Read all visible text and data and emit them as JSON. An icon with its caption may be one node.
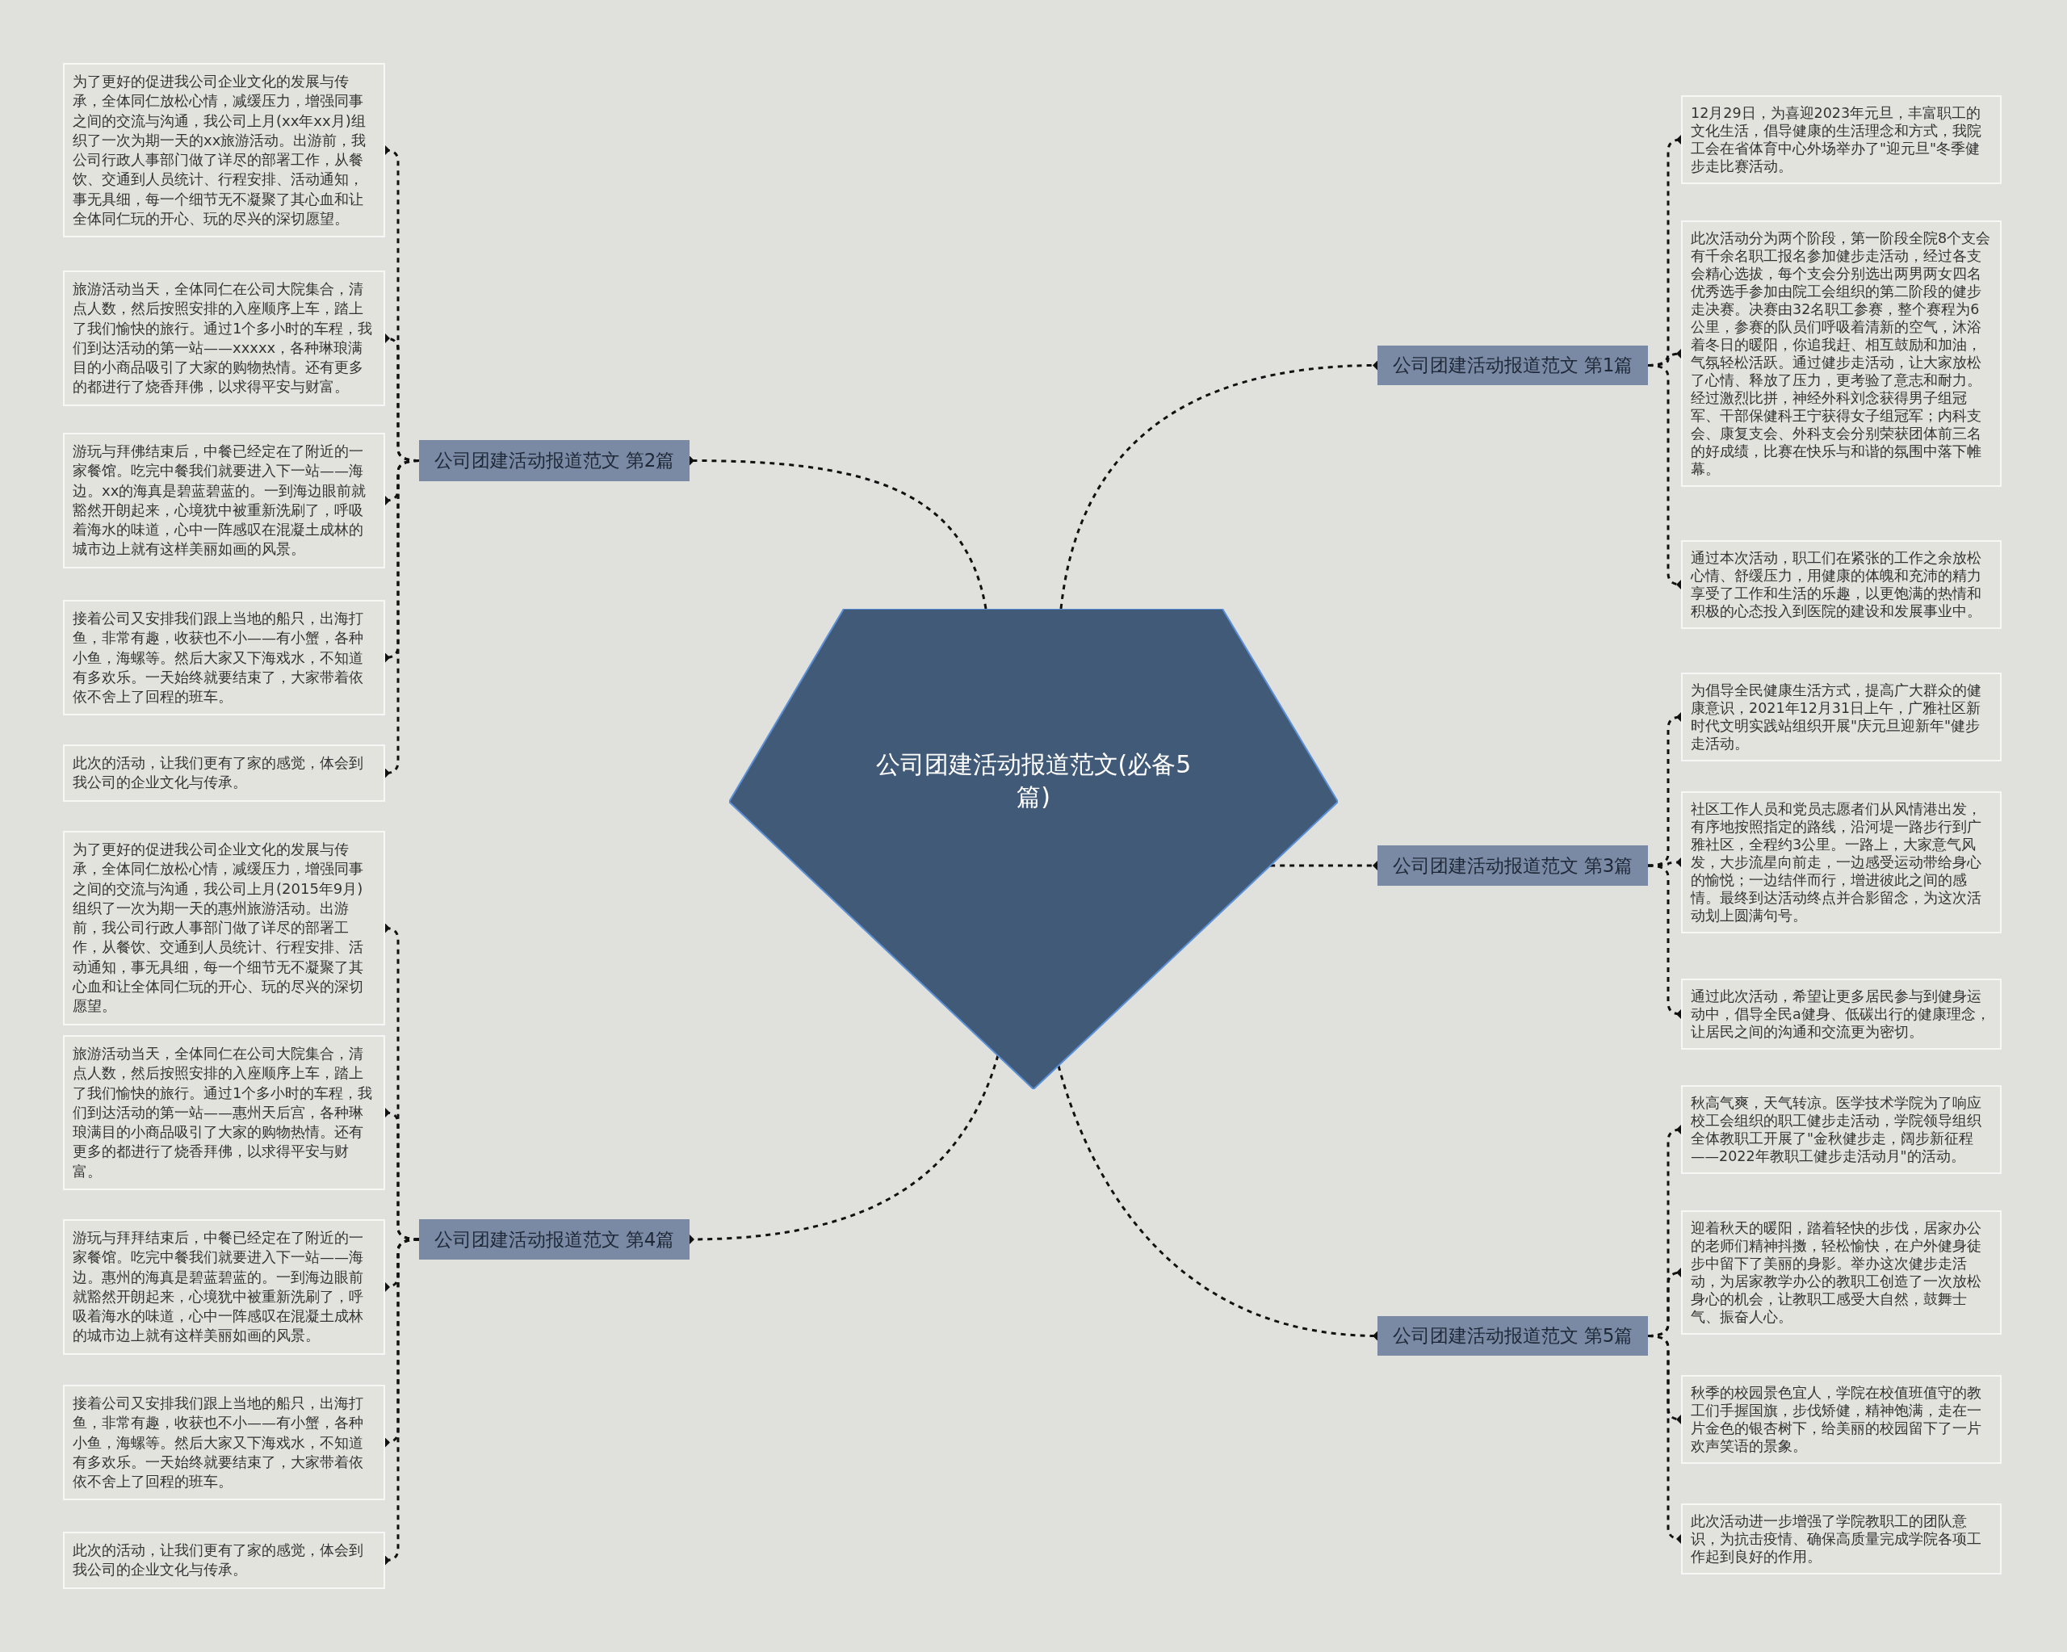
{
  "diagram": {
    "nodes": [
      {
        "text": [
          "公司团建活动报道范文(必备5篇)"
        ]
      },
      {
        "text": [
          "公司团建活动报道范文 第1篇"
        ]
      },
      {
        "text": [
          "12月29日，为喜迎2023年元旦，丰富职工的文化生活，倡导健康的生活理念和方式，我院工会在省体育中心外场举办了\"迎元旦\"冬季健步走比赛活动。"
        ]
      },
      {
        "text": [
          "此次活动分为两个阶段，第一阶段全院8个支会有千余名职工报名参加健步走活动，经过各支会精心选拔，每个支会分别选出两男两女四名优秀选手参加由院工会组织的第二阶段的健步走决赛。决赛由32名职工参赛，整个赛程为6公里，参赛的队员们呼吸着清新的空气，沐浴着冬日的暖阳，你追我赶、相互鼓励和加油，气氛轻松活跃。通过健步走活动，让大家放松了心情、释放了压力，更考验了意志和耐力。经过激烈比拼，神经外科刘念获得男子组冠军、干部保健科王宁获得女子组冠军；内科支会、康复支会、外科支会分别荣获团体前三名的好成绩，比赛在快乐与和谐的氛围中落下帷幕。"
        ]
      },
      {
        "text": [
          "通过本次活动，职工们在紧张的工作之余放松心情、舒缓压力，用健康的体魄和充沛的精力享受了工作和生活的乐趣，以更饱满的热情和积极的心态投入到医院的建设和发展事业中。"
        ]
      },
      {
        "text": [
          "公司团建活动报道范文 第2篇"
        ]
      },
      {
        "text": [
          "为了更好的促进我公司企业文化的发展与传承，全体同仁放松心情，减缓压力，增强同事之间的交流与沟通，我公司上月(xx年xx月)组织了一次为期一天的xx旅游活动。出游前，我公司行政人事部门做了详尽的部署工作，从餐饮、交通到人员统计、行程安排、活动通知，事无具细，每一个细节无不凝聚了其心血和让全体同仁玩的开心、玩的尽兴的深切愿望。"
        ]
      },
      {
        "text": [
          "旅游活动当天，全体同仁在公司大院集合，清点人数，然后按照安排的入座顺序上车，踏上了我们愉快的旅行。通过1个多小时的车程，我们到达活动的第一站——xxxxx，各种琳琅满目的小商品吸引了大家的购物热情。还有更多的都进行了烧香拜佛，以求得平安与财富。"
        ]
      },
      {
        "text": [
          "游玩与拜佛结束后，中餐已经定在了附近的一家餐馆。吃完中餐我们就要进入下一站——海边。xx的海真是碧蓝碧蓝的。一到海边眼前就豁然开朗起来，心境犹中被重新洗刷了，呼吸着海水的味道，心中一阵感叹在混凝土成林的城市边上就有这样美丽如画的风景。"
        ]
      },
      {
        "text": [
          "接着公司又安排我们跟上当地的船只，出海打鱼，非常有趣，收获也不小——有小蟹，各种小鱼，海螺等。然后大家又下海戏水，不知道有多欢乐。一天始终就要结束了，大家带着依依不舍上了回程的班车。"
        ]
      },
      {
        "text": [
          "此次的活动，让我们更有了家的感觉，体会到我公司的企业文化与传承。"
        ]
      },
      {
        "text": [
          "公司团建活动报道范文 第3篇"
        ]
      },
      {
        "text": [
          "为倡导全民健康生活方式，提高广大群众的健康意识，2021年12月31日上午，广雅社区新时代文明实践站组织开展\"庆元旦迎新年\"健步走活动。"
        ]
      },
      {
        "text": [
          "社区工作人员和党员志愿者们从风情港出发，有序地按照指定的路线，沿河堤一路步行到广雅社区，全程约3公里。一路上，大家意气风发，大步流星向前走，一边感受运动带给身心的愉悦；一边结伴而行，增进彼此之间的感情。最终到达活动终点并合影留念，为这次活动划上圆满句号。"
        ]
      },
      {
        "text": [
          "通过此次活动，希望让更多居民参与到健身运动中，倡导全民a健身、低碳出行的健康理念，让居民之间的沟通和交流更为密切。"
        ]
      },
      {
        "text": [
          "公司团建活动报道范文 第4篇"
        ]
      },
      {
        "text": [
          "为了更好的促进我公司企业文化的发展与传承，全体同仁放松心情，减缓压力，增强同事之间的交流与沟通，我公司上月(2015年9月)组织了一次为期一天的惠州旅游活动。出游前，我公司行政人事部门做了详尽的部署工作，从餐饮、交通到人员统计、行程安排、活动通知，事无具细，每一个细节无不凝聚了其心血和让全体同仁玩的开心、玩的尽兴的深切愿望。"
        ]
      },
      {
        "text": [
          "旅游活动当天，全体同仁在公司大院集合，清点人数，然后按照安排的入座顺序上车，踏上了我们愉快的旅行。通过1个多小时的车程，我们到达活动的第一站——惠州天后宫，各种琳琅满目的小商品吸引了大家的购物热情。还有更多的都进行了烧香拜佛，以求得平安与财富。"
        ]
      },
      {
        "text": [
          "游玩与拜拜结束后，中餐已经定在了附近的一家餐馆。吃完中餐我们就要进入下一站——海边。惠州的海真是碧蓝碧蓝的。一到海边眼前就豁然开朗起来，心境犹中被重新洗刷了，呼吸着海水的味道，心中一阵感叹在混凝土成林的城市边上就有这样美丽如画的风景。"
        ]
      },
      {
        "text": [
          "接着公司又安排我们跟上当地的船只，出海打鱼，非常有趣，收获也不小——有小蟹，各种小鱼，海螺等。然后大家又下海戏水，不知道有多欢乐。一天始终就要结束了，大家带着依依不舍上了回程的班车。"
        ]
      },
      {
        "text": [
          "此次的活动，让我们更有了家的感觉，体会到我公司的企业文化与传承。"
        ]
      },
      {
        "text": [
          "公司团建活动报道范文 第5篇"
        ]
      },
      {
        "text": [
          "秋高气爽，天气转凉。医学技术学院为了响应校工会组织的职工健步走活动，学院领导组织全体教职工开展了\"金秋健步走，阔步新征程——2022年教职工健步走活动月\"的活动。"
        ]
      },
      {
        "text": [
          "迎着秋天的暖阳，踏着轻快的步伐，居家办公的老师们精神抖擞，轻松愉快，在户外健身徒步中留下了美丽的身影。举办这次健步走活动，为居家教学办公的教职工创造了一次放松身心的机会，让教职工感受大自然，鼓舞士气、振奋人心。"
        ]
      },
      {
        "text": [
          "秋季的校园景色宜人，学院在校值班值守的教工们手握国旗，步伐矫健，精神饱满，走在一片金色的银杏树下，给美丽的校园留下了一片欢声笑语的景象。"
        ]
      },
      {
        "text": [
          "此次活动进一步增强了学院教职工的团队意识，为抗击疫情、确保高质量完成学院各项工作起到良好的作用。"
        ]
      }
    ],
    "edges": [
      {
        "from": 0,
        "to": 1,
        "arrow": "other",
        "style": "dashed"
      },
      {
        "from": 1,
        "to": 2,
        "arrow": "other",
        "style": "dashed"
      },
      {
        "from": 1,
        "to": 3,
        "arrow": "other",
        "style": "dashed"
      },
      {
        "from": 1,
        "to": 4,
        "arrow": "other",
        "style": "dashed"
      },
      {
        "from": 0,
        "to": 5,
        "arrow": "other",
        "style": "dashed"
      },
      {
        "from": 5,
        "to": 6,
        "arrow": "other",
        "style": "dashed"
      },
      {
        "from": 5,
        "to": 7,
        "arrow": "other",
        "style": "dashed"
      },
      {
        "from": 5,
        "to": 8,
        "arrow": "other",
        "style": "dashed"
      },
      {
        "from": 5,
        "to": 9,
        "arrow": "other",
        "style": "dashed"
      },
      {
        "from": 5,
        "to": 10,
        "arrow": "other",
        "style": "dashed"
      },
      {
        "from": 0,
        "to": 11,
        "arrow": "other",
        "style": "dashed"
      },
      {
        "from": 11,
        "to": 12,
        "arrow": "other",
        "style": "dashed"
      },
      {
        "from": 11,
        "to": 13,
        "arrow": "other",
        "style": "dashed"
      },
      {
        "from": 11,
        "to": 14,
        "arrow": "other",
        "style": "dashed"
      },
      {
        "from": 0,
        "to": 15,
        "arrow": "other",
        "style": "dashed"
      },
      {
        "from": 15,
        "to": 16,
        "arrow": "other",
        "style": "dashed"
      },
      {
        "from": 15,
        "to": 17,
        "arrow": "other",
        "style": "dashed"
      },
      {
        "from": 15,
        "to": 18,
        "arrow": "other",
        "style": "dashed"
      },
      {
        "from": 15,
        "to": 19,
        "arrow": "other",
        "style": "dashed"
      },
      {
        "from": 15,
        "to": 20,
        "arrow": "other",
        "style": "dashed"
      },
      {
        "from": 0,
        "to": 21,
        "arrow": "other",
        "style": "dashed"
      },
      {
        "from": 21,
        "to": 22,
        "arrow": "other",
        "style": "dashed"
      },
      {
        "from": 21,
        "to": 23,
        "arrow": "other",
        "style": "dashed"
      },
      {
        "from": 21,
        "to": 24,
        "arrow": "other",
        "style": "dashed"
      },
      {
        "from": 21,
        "to": 25,
        "arrow": "other",
        "style": "dashed"
      }
    ]
  }
}
